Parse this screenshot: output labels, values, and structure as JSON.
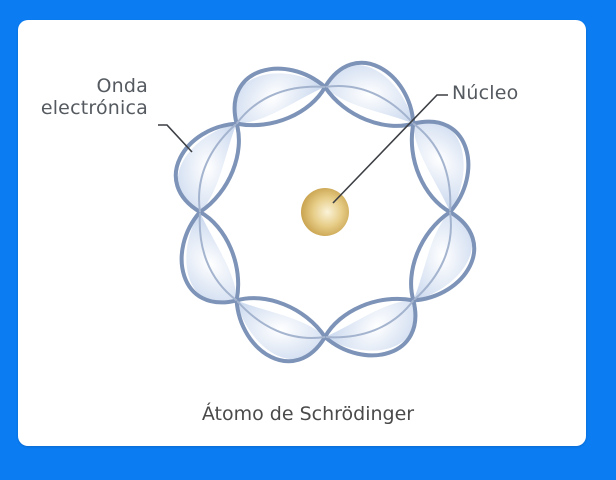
{
  "diagram": {
    "title": "Átomo de Schrödinger",
    "labels": {
      "wave_line1": "Onda",
      "wave_line2": "electrónica",
      "nucleus": "Núcleo"
    },
    "lobe_count": 8,
    "colors": {
      "background": "#0b7cf2",
      "card": "#ffffff",
      "wave_stroke": "#7d93b8",
      "wave_fill": "#dfe9f7",
      "nucleus": "#d8b864",
      "text": "#555a60"
    }
  }
}
